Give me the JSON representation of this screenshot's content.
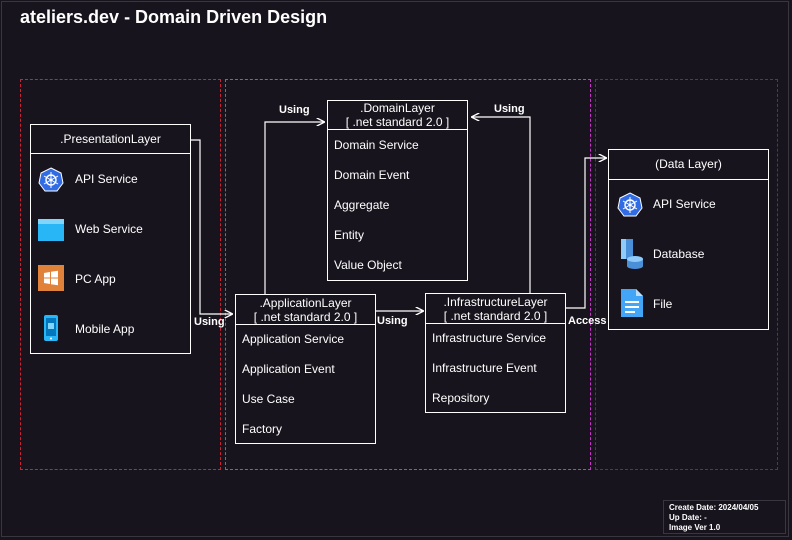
{
  "title": "ateliers.dev - Domain Driven Design",
  "presentation_layer": {
    "header": ".PresentationLayer",
    "items": [
      {
        "label": "API Service",
        "icon": "kubernetes-icon"
      },
      {
        "label": "Web Service",
        "icon": "browser-window-icon"
      },
      {
        "label": "PC App",
        "icon": "windows-icon"
      },
      {
        "label": "Mobile App",
        "icon": "mobile-phone-icon"
      }
    ]
  },
  "domain_layer": {
    "header_line1": ".DomainLayer",
    "header_line2": "[ .net standard 2.0 ]",
    "items": [
      "Domain Service",
      "Domain Event",
      "Aggregate",
      "Entity",
      "Value Object"
    ]
  },
  "application_layer": {
    "header_line1": ".ApplicationLayer",
    "header_line2": "[ .net standard 2.0 ]",
    "items": [
      "Application Service",
      "Application Event",
      "Use Case",
      "Factory"
    ]
  },
  "infrastructure_layer": {
    "header_line1": ".InfrastructureLayer",
    "header_line2": "[ .net standard 2.0 ]",
    "items": [
      "Infrastructure Service",
      "Infrastructure Event",
      "Repository"
    ]
  },
  "data_layer": {
    "header": "(Data Layer)",
    "items": [
      {
        "label": "API Service",
        "icon": "kubernetes-icon"
      },
      {
        "label": "Database",
        "icon": "database-icon"
      },
      {
        "label": "File",
        "icon": "file-icon"
      }
    ]
  },
  "connectors": {
    "app_to_domain": "Using",
    "infra_to_domain": "Using",
    "presentation_to_app": "Using",
    "app_to_infra": "Using",
    "infra_to_data": "Access"
  },
  "footer": {
    "create_date": "Create Date: 2024/04/05",
    "up_date": "Up Date: -",
    "image_ver": "Image Ver 1.0"
  },
  "colors": {
    "background": "#18141d",
    "presentation_region": "#cc2233",
    "core_region": "#cc33cc",
    "data_region": "#3333cc",
    "kubernetes": "#326ce5",
    "browser": "#29b6f6",
    "windows_tile": "#e0823a",
    "mobile": "#29b6f6",
    "database": "#4a90d9",
    "file": "#42a5f5"
  }
}
